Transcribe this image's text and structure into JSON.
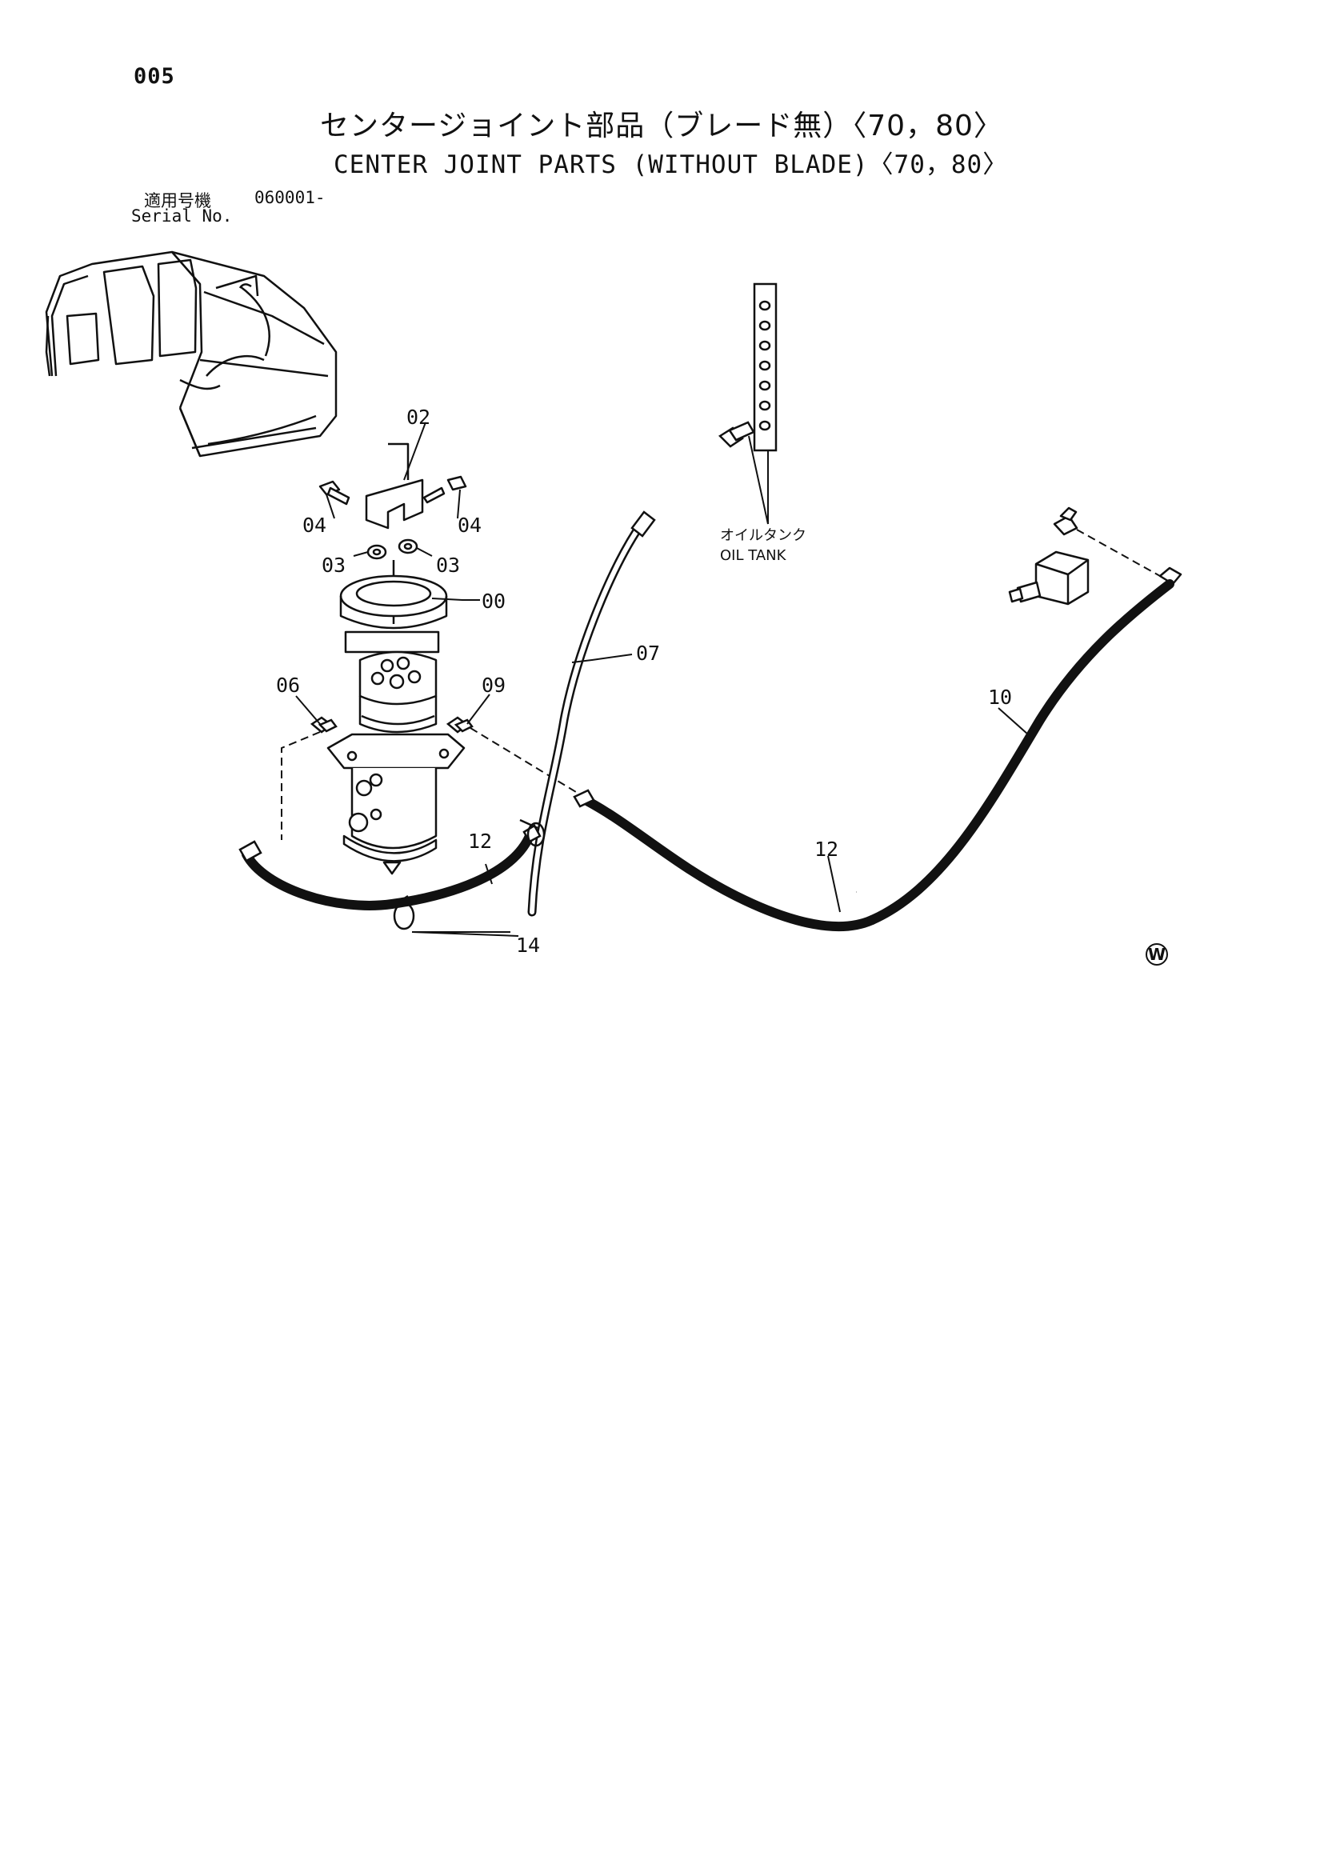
{
  "page_number": "005",
  "title_jp": "センタージョイント部品（ブレード無）〈70，80〉",
  "title_en": "CENTER JOINT PARTS (WITHOUT BLADE)〈70，80〉",
  "serial_label_jp": "適用号機",
  "serial_value": "060001-",
  "serial_label_en": "Serial No.",
  "parts": [
    {
      "key": "p00",
      "label": "00"
    },
    {
      "key": "p02",
      "label": "02"
    },
    {
      "key": "p03a",
      "label": "03"
    },
    {
      "key": "p03b",
      "label": "03"
    },
    {
      "key": "p04a",
      "label": "04"
    },
    {
      "key": "p04b",
      "label": "04"
    },
    {
      "key": "p06",
      "label": "06"
    },
    {
      "key": "p07",
      "label": "07"
    },
    {
      "key": "p09",
      "label": "09"
    },
    {
      "key": "p10",
      "label": "10"
    },
    {
      "key": "p12a",
      "label": "12"
    },
    {
      "key": "p12b",
      "label": "12"
    },
    {
      "key": "p14",
      "label": "14"
    }
  ],
  "oil_tank_jp": "オイルタンク",
  "oil_tank_en": "OIL TANK",
  "corner_mark": "W"
}
